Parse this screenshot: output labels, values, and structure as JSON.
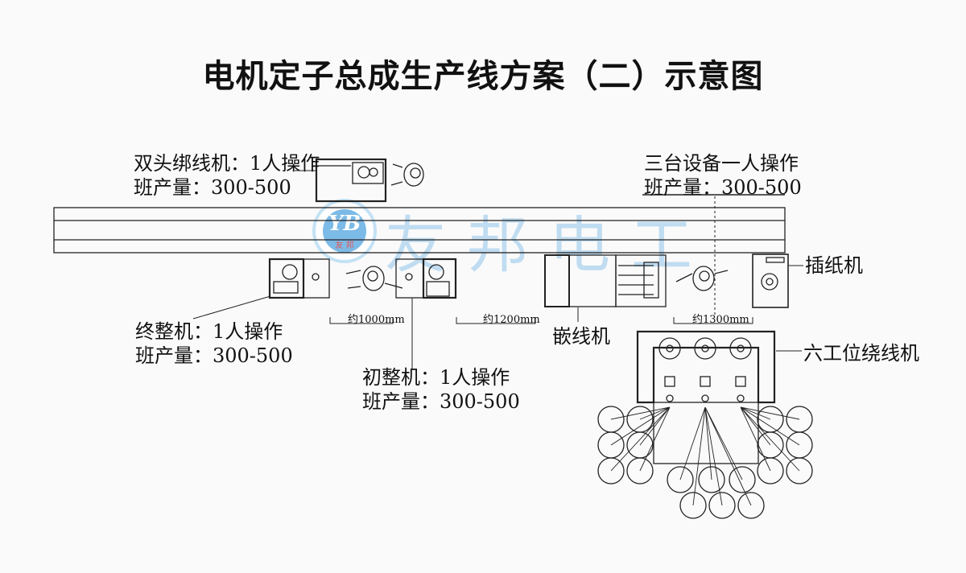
{
  "title": "电机定子总成生产线方案（二）示意图",
  "watermark": {
    "logo_text": "YB",
    "logo_subtext": "友 邦",
    "text": "友邦电工"
  },
  "labels": {
    "binding": {
      "name": "双头绑线机：1人操作",
      "output": "班产量：300-500"
    },
    "three": {
      "name": "三台设备一人操作",
      "output": "班产量：300-500"
    },
    "paper": {
      "name": "插纸机"
    },
    "final": {
      "name": "终整机：1人操作",
      "output": "班产量：300-500"
    },
    "initial": {
      "name": "初整机：1人操作",
      "output": "班产量：300-500"
    },
    "embed": {
      "name": "嵌线机"
    },
    "winding": {
      "name": "六工位绕线机"
    }
  },
  "dimensions": {
    "d1": "约1000mm",
    "d2": "约1200mm",
    "d3": "约1300mm"
  }
}
